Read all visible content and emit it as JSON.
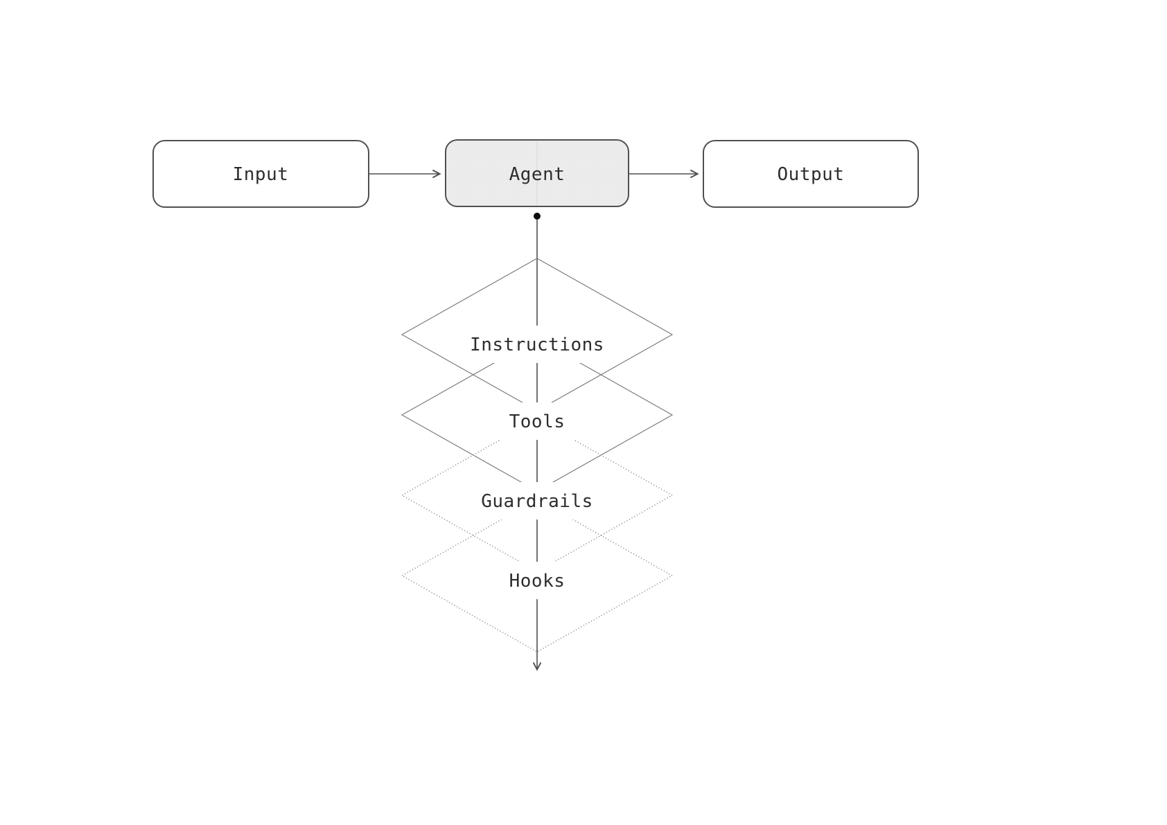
{
  "diagram": {
    "title": "Agent flow diagram",
    "nodes": {
      "input": {
        "label": "Input"
      },
      "agent": {
        "label": "Agent"
      },
      "output": {
        "label": "Output"
      }
    },
    "edges": [
      {
        "from": "input",
        "to": "agent",
        "arrow": "right"
      },
      {
        "from": "agent",
        "to": "output",
        "arrow": "right"
      },
      {
        "from": "agent",
        "to": "layers",
        "arrow": "down",
        "start_marker": "filled-circle"
      }
    ],
    "layers": [
      {
        "label": "Instructions",
        "line_style": "solid"
      },
      {
        "label": "Tools",
        "line_style": "solid"
      },
      {
        "label": "Guardrails",
        "line_style": "dotted"
      },
      {
        "label": "Hooks",
        "line_style": "dotted"
      }
    ],
    "icons": {
      "arrowhead": "thin-chevron",
      "anchor": "filled-circle"
    },
    "colors": {
      "background": "#ffffff",
      "node_fill": "#ffffff",
      "agent_fill": "#ececec",
      "node_border": "#4f4f4f",
      "edge": "#4f4f4f",
      "diamond_solid": "#7d7d7d",
      "diamond_dotted": "#8c8c8c",
      "text": "#2d2d2d"
    }
  }
}
